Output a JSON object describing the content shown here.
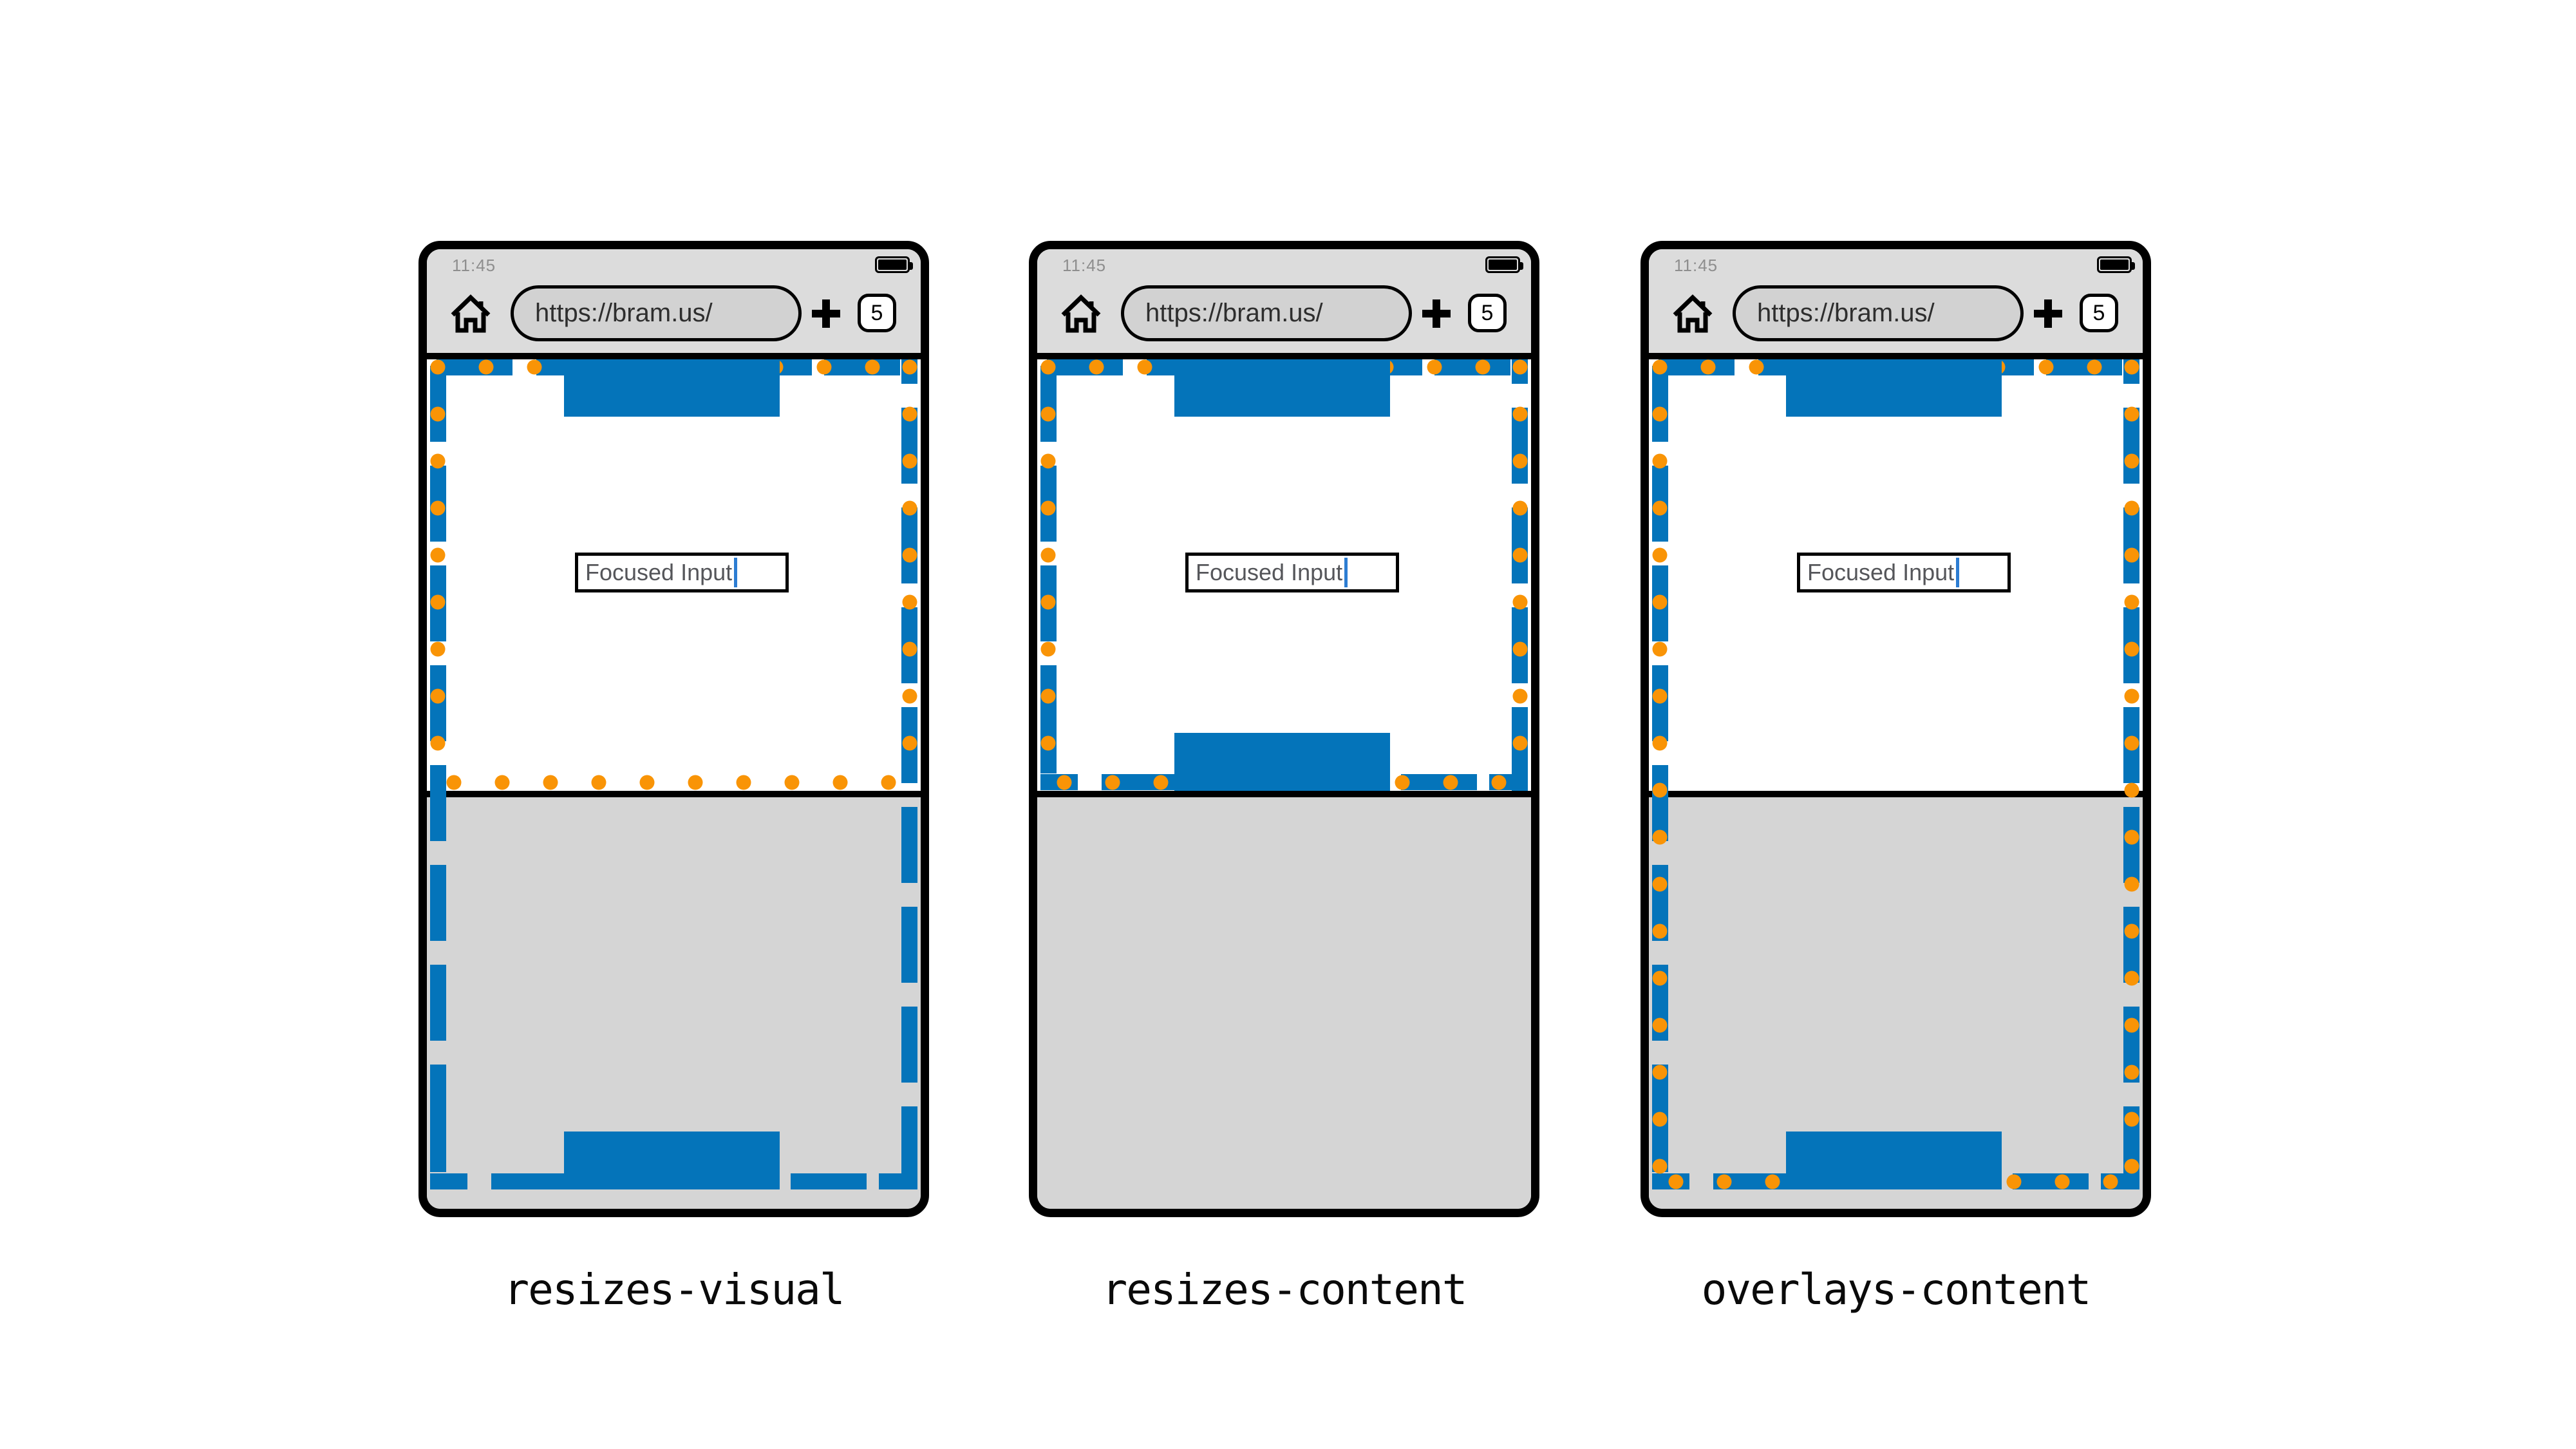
{
  "colors": {
    "blue": "#0474ba",
    "orange": "#f99406",
    "keyboard": "#d5d5d5",
    "statusbar": "#dcdcdc",
    "urlpill": "#d2d2d2"
  },
  "phones": [
    {
      "mode": "resizes-visual",
      "label": "resizes-visual",
      "status_time": "11:45",
      "url": "https://bram.us/",
      "tab_count": "5",
      "input_value": "Focused Input"
    },
    {
      "mode": "resizes-content",
      "label": "resizes-content",
      "status_time": "11:45",
      "url": "https://bram.us/",
      "tab_count": "5",
      "input_value": "Focused Input"
    },
    {
      "mode": "overlays-content",
      "label": "overlays-content",
      "status_time": "11:45",
      "url": "https://bram.us/",
      "tab_count": "5",
      "input_value": "Focused Input"
    }
  ]
}
